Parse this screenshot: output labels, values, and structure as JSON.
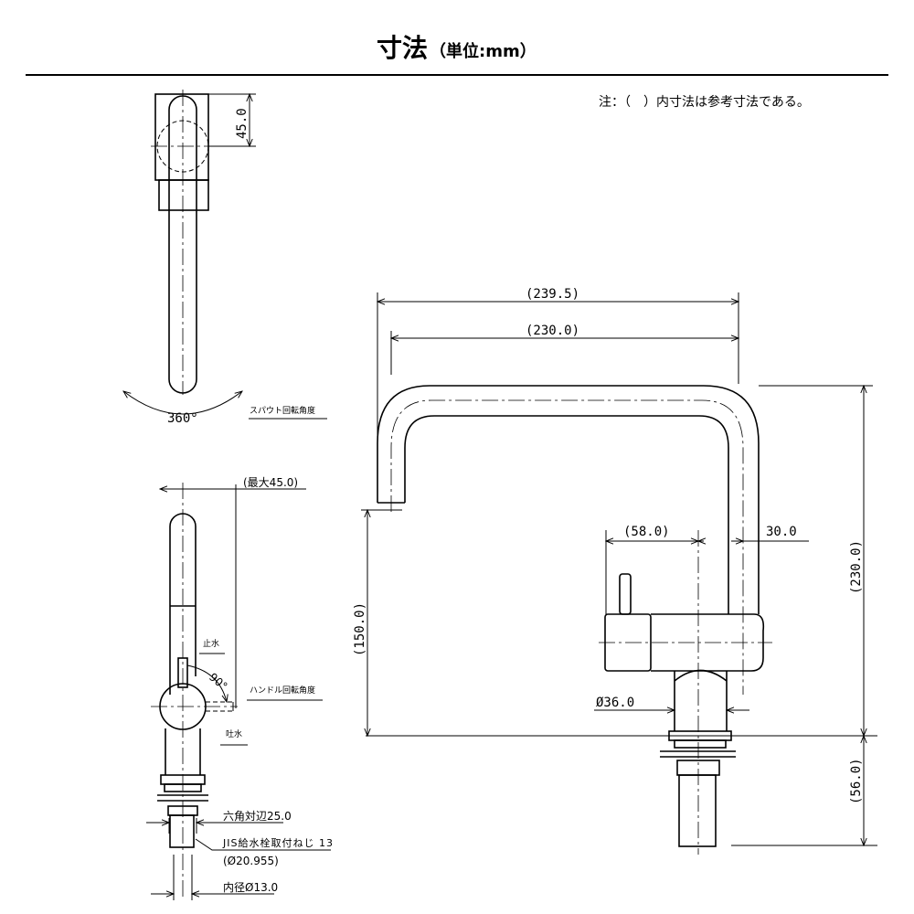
{
  "header": {
    "title": "寸法",
    "unit": "（単位:mm）",
    "note": "注：（　）内寸法は参考寸法である。"
  },
  "top_view": {
    "dim_height": "45.0",
    "rotation_angle": "360°",
    "rotation_label": "スパウト回転角度"
  },
  "side_view": {
    "max_dim": "(最大45.0)",
    "stop_label": "止水",
    "handle_angle": "90°",
    "handle_label": "ハンドル回転角度",
    "discharge_label": "吐水",
    "hex_label": "六角対辺25.0",
    "thread_label": "JIS給水栓取付ねじ 13",
    "thread_dia": "(Ø20.955)",
    "inner_dia": "内径Ø13.0"
  },
  "front_view": {
    "reach_outer": "(239.5)",
    "reach_inner": "(230.0)",
    "height_total": "(230.0)",
    "spout_height": "(150.0)",
    "below_deck": "(56.0)",
    "handle_offset": "(58.0)",
    "spout_offset": "30.0",
    "base_dia": "Ø36.0"
  }
}
